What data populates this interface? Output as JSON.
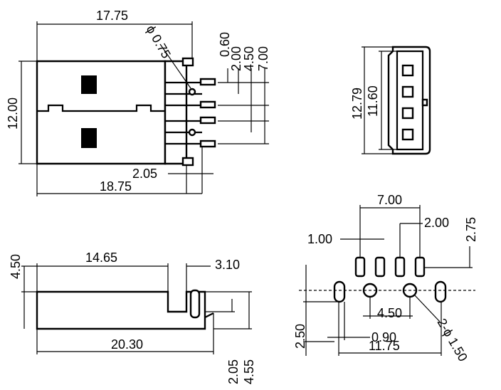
{
  "drawing": {
    "background": "#ffffff",
    "line_color": "#000000",
    "views": {
      "top_view": {
        "dims": {
          "overall_top": "17.75",
          "pin_dia": "ϕ 0.75",
          "d060": "0.60",
          "d200": "2.00",
          "d450": "4.50",
          "d700": "7.00",
          "height": "12.00",
          "pin_off": "2.05",
          "overall_bottom": "18.75"
        }
      },
      "end_view": {
        "dims": {
          "outer": "12.79",
          "inner": "11.60"
        }
      },
      "side_view": {
        "dims": {
          "height": "4.50",
          "body_len": "14.65",
          "tail": "3.10",
          "overall": "20.30",
          "pin_off": "2.05",
          "total_h": "4.55"
        }
      },
      "pcb_footprint": {
        "dims": {
          "pitch_total": "7.00",
          "pitch": "2.00",
          "pad_w": "1.00",
          "pad_h": "2.75",
          "hole_pitch": "4.50",
          "row_gap": "2.50",
          "slot_w": "0.90",
          "overall": "11.75",
          "hole_dia": "2-ϕ 1.50"
        }
      }
    }
  }
}
